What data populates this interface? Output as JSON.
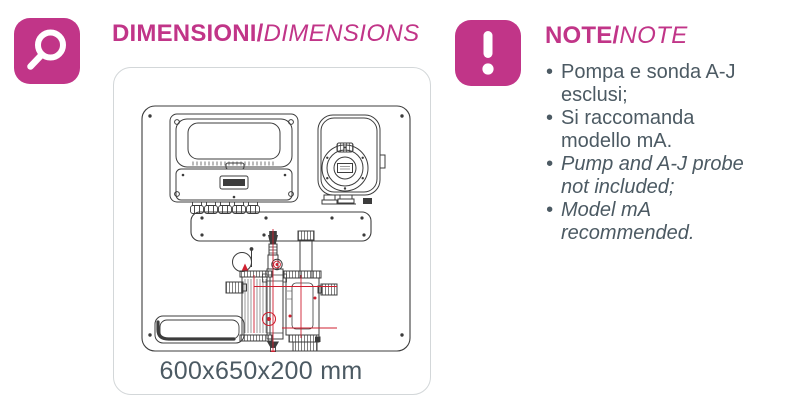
{
  "page": {
    "accent_color": "#c13588",
    "text_color": "#4c5a63",
    "line_art_color": "#3c3c3c",
    "highlight_color": "#cf2030",
    "card_border_color": "#d3d7d9"
  },
  "dimensions_section": {
    "icon": "magnifier-icon",
    "title_bold": "DIMENSIONI/",
    "title_italic": "DIMENSIONS",
    "drawing_caption": "600x650x200 mm"
  },
  "notes_section": {
    "icon": "exclamation-icon",
    "title_bold": "NOTE/",
    "title_italic": "NOTE",
    "bullets": [
      {
        "text": "Pompa e sonda A-J esclusi;",
        "style": "normal"
      },
      {
        "text": "Si raccomanda modello mA.",
        "style": "normal"
      },
      {
        "text": "Pump and A-J probe not included;",
        "style": "italic"
      },
      {
        "text": "Model mA recommended.",
        "style": "italic"
      }
    ]
  }
}
